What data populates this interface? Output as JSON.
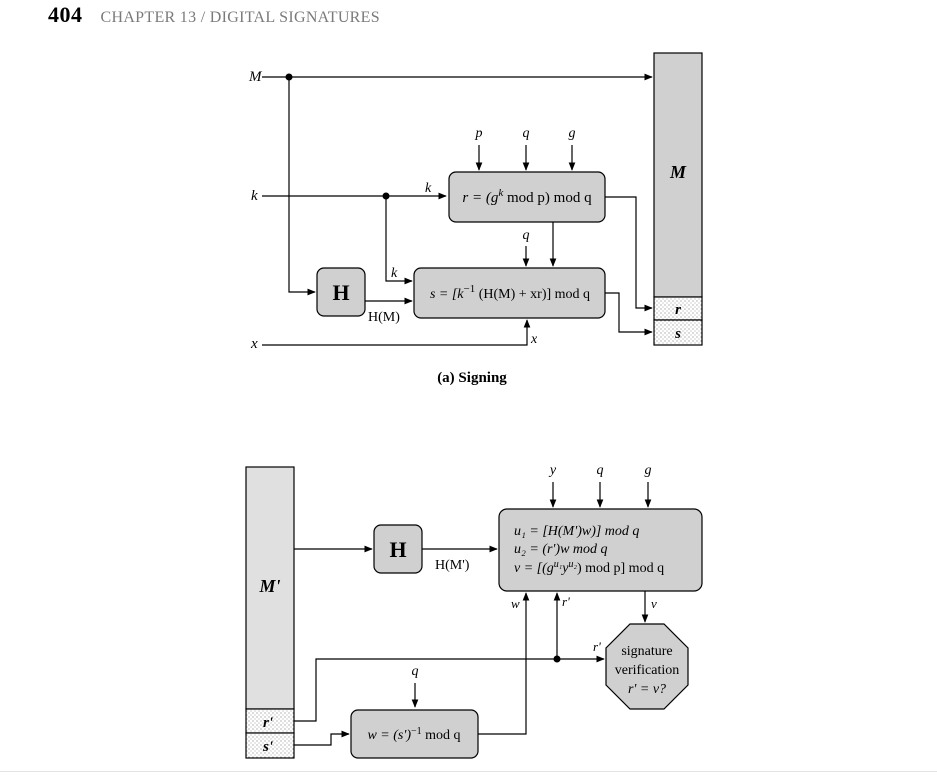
{
  "header": {
    "page_number": "404",
    "chapter_title": "CHAPTER 13 / DIGITAL SIGNATURES"
  },
  "signing": {
    "caption": "(a) Signing",
    "inputs": {
      "M": "M",
      "k": "k",
      "x": "x"
    },
    "params": {
      "p": "p",
      "q": "q",
      "g": "g",
      "q2": "q"
    },
    "hash_box": "H",
    "hash_out": "H(M)",
    "r_box": {
      "lead": "r = (g",
      "sup": "k",
      "tail": " mod p) mod q"
    },
    "s_box": {
      "lead": "s = [k",
      "sup": "−1",
      "tail": " (H(M) + xr)] mod q"
    },
    "k_label_r": "k",
    "k_label_s": "k",
    "x_label": "x",
    "message_block": "M",
    "r_label": "r",
    "s_label": "s"
  },
  "verifying": {
    "message_block": "M'",
    "r_label": "r'",
    "s_label": "s'",
    "hash_box": "H",
    "hash_out": "H(M')",
    "params": {
      "y": "y",
      "q": "q",
      "g": "g",
      "q2": "q"
    },
    "u_box": {
      "line1": "u₁ = [H(M')w)] mod q",
      "line2": "u₂ = (r')w mod q",
      "line3_lead": "v = [(g",
      "line3_sup1": "u₁",
      "line3_mid": "y",
      "line3_sup2": "u₂",
      "line3_tail": ") mod p] mod q"
    },
    "w_box": {
      "lead": "w = (s')",
      "sup": "−1",
      "tail": " mod q"
    },
    "w_label": "w",
    "r_prime_label_up": "r'",
    "r_prime_label_oct": "r'",
    "v_label": "v",
    "octagon": {
      "line1": "signature",
      "line2": "verification",
      "line3": "r' = v?"
    }
  }
}
